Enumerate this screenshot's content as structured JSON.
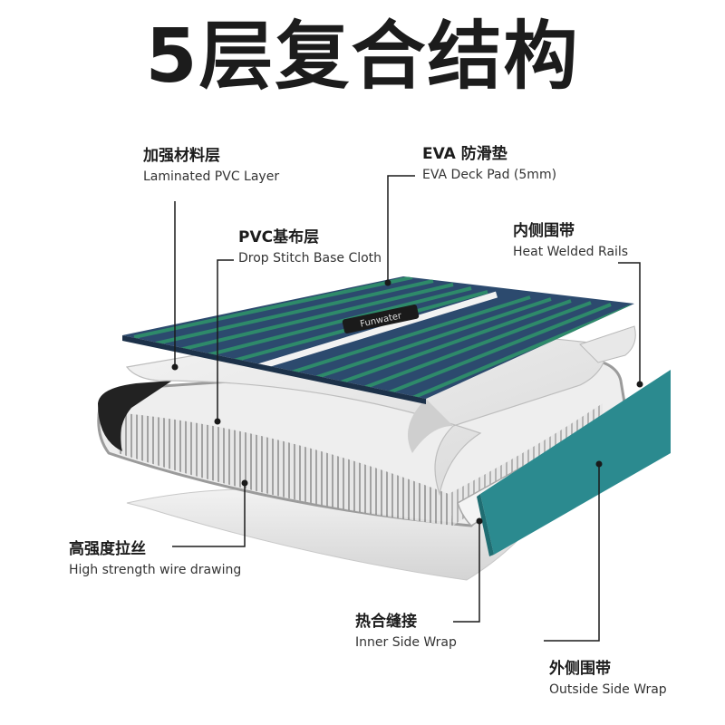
{
  "title": "5层复合结构",
  "deck_logo": "Funwater",
  "colors": {
    "deck_blue": "#2c4a6e",
    "deck_stripe": "#2e8a6a",
    "rail_teal": "#2b8a8f",
    "dropstitch": "#d9dadb"
  },
  "labels": {
    "laminated_pvc": {
      "cn": "加强材料层",
      "en": "Laminated PVC Layer"
    },
    "eva_deck": {
      "cn": "EVA 防滑垫",
      "en": "EVA Deck Pad (5mm)"
    },
    "pvc_base": {
      "cn": "PVC基布层",
      "en": "Drop Stitch Base Cloth"
    },
    "heat_welded": {
      "cn": "内侧围带",
      "en": "Heat Welded Rails"
    },
    "high_strength": {
      "cn": "高强度拉丝",
      "en": "High strength wire drawing"
    },
    "inner_wrap": {
      "cn": "热合缝接",
      "en": "Inner Side Wrap"
    },
    "outside_wrap": {
      "cn": "外侧围带",
      "en": "Outside Side Wrap"
    }
  }
}
